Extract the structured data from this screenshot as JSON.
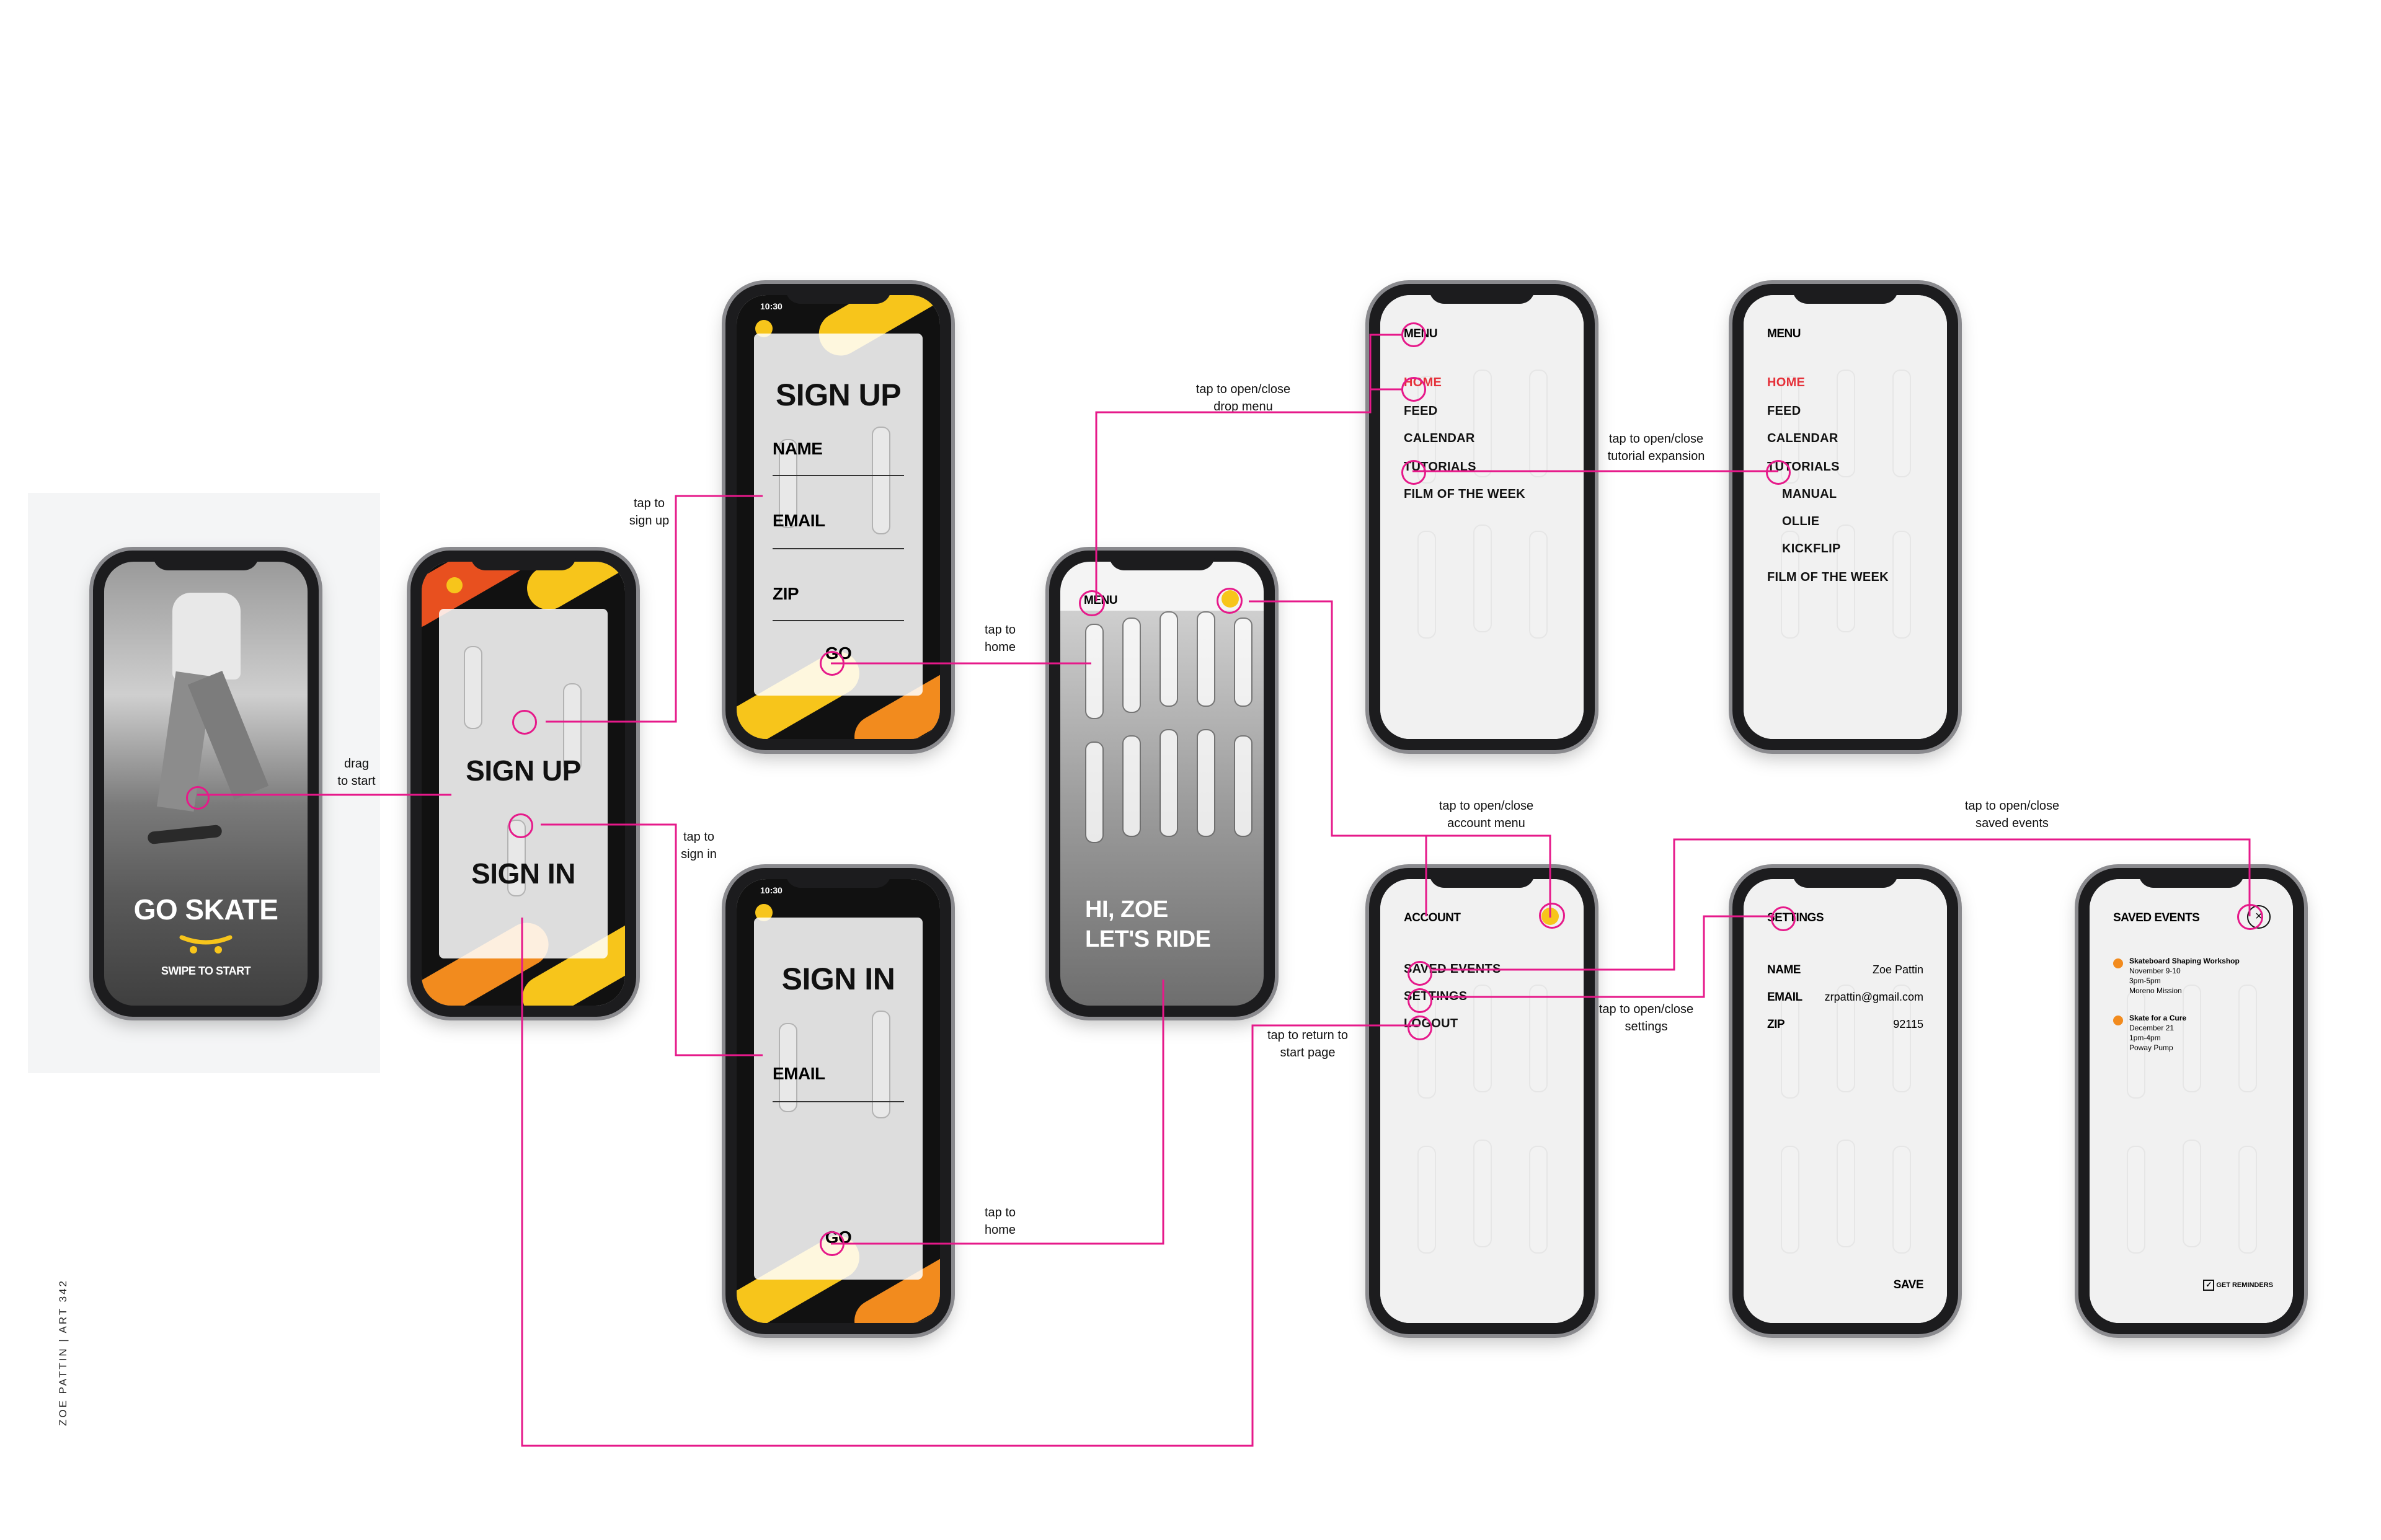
{
  "credit": "ZOE PATTIN | ART 342",
  "intro": {
    "title": "GO SKATE",
    "cta": "SWIPE TO START"
  },
  "splash": {
    "sign_up": "SIGN UP",
    "sign_in": "SIGN IN"
  },
  "sign_up_screen": {
    "title": "SIGN UP",
    "fields": [
      "NAME",
      "EMAIL",
      "ZIP"
    ],
    "go": "GO"
  },
  "sign_in_screen": {
    "title": "SIGN IN",
    "fields": [
      "EMAIL"
    ],
    "go": "GO"
  },
  "home": {
    "menu": "MENU",
    "greeting1": "HI, ZOE",
    "greeting2": "LET'S RIDE"
  },
  "menu_closed": {
    "menu": "MENU",
    "items": [
      "HOME",
      "FEED",
      "CALENDAR",
      "TUTORIALS",
      "FILM OF THE WEEK"
    ]
  },
  "menu_expanded": {
    "menu": "MENU",
    "items": [
      "HOME",
      "FEED",
      "CALENDAR",
      "TUTORIALS"
    ],
    "sub_items": [
      "MANUAL",
      "OLLIE",
      "KICKFLIP"
    ],
    "last_item": "FILM OF THE WEEK"
  },
  "account": {
    "title": "ACCOUNT",
    "items": [
      "SAVED EVENTS",
      "SETTINGS",
      "LOGOUT"
    ]
  },
  "settings": {
    "title": "SETTINGS",
    "rows": [
      {
        "label": "NAME",
        "value": "Zoe Pattin"
      },
      {
        "label": "EMAIL",
        "value": "zrpattin@gmail.com"
      },
      {
        "label": "ZIP",
        "value": "92115"
      }
    ],
    "save": "SAVE"
  },
  "saved_events": {
    "title": "SAVED EVENTS",
    "events": [
      {
        "name": "Skateboard Shaping Workshop",
        "date": "November 9-10",
        "time": "3pm-5pm",
        "place": "Moreno Mission"
      },
      {
        "name": "Skate for a Cure",
        "date": "December 21",
        "time": "1pm-4pm",
        "place": "Poway Pump"
      }
    ],
    "reminders": "GET REMINDERS"
  },
  "annotations": {
    "drag": [
      "drag",
      "to start"
    ],
    "tap_sign_up": [
      "tap to",
      "sign up"
    ],
    "tap_sign_in": [
      "tap to",
      "sign in"
    ],
    "tap_home_1": [
      "tap to",
      "home"
    ],
    "tap_home_2": [
      "tap to",
      "home"
    ],
    "drop_menu": [
      "tap to open/close",
      "drop menu"
    ],
    "tutorial": [
      "tap to open/close",
      "tutorial expansion"
    ],
    "account_menu": [
      "tap to open/close",
      "account menu"
    ],
    "saved_events": [
      "tap to open/close",
      "saved events"
    ],
    "settings": [
      "tap to open/close",
      "settings"
    ],
    "return_start": [
      "tap to return to",
      "start page"
    ]
  },
  "status_time": "10:30",
  "colors": {
    "accent": "#e6198a",
    "yellow": "#f7c51b",
    "orange": "#f28b1e",
    "red_orange": "#e8501f",
    "menu_active": "#e5313a"
  }
}
